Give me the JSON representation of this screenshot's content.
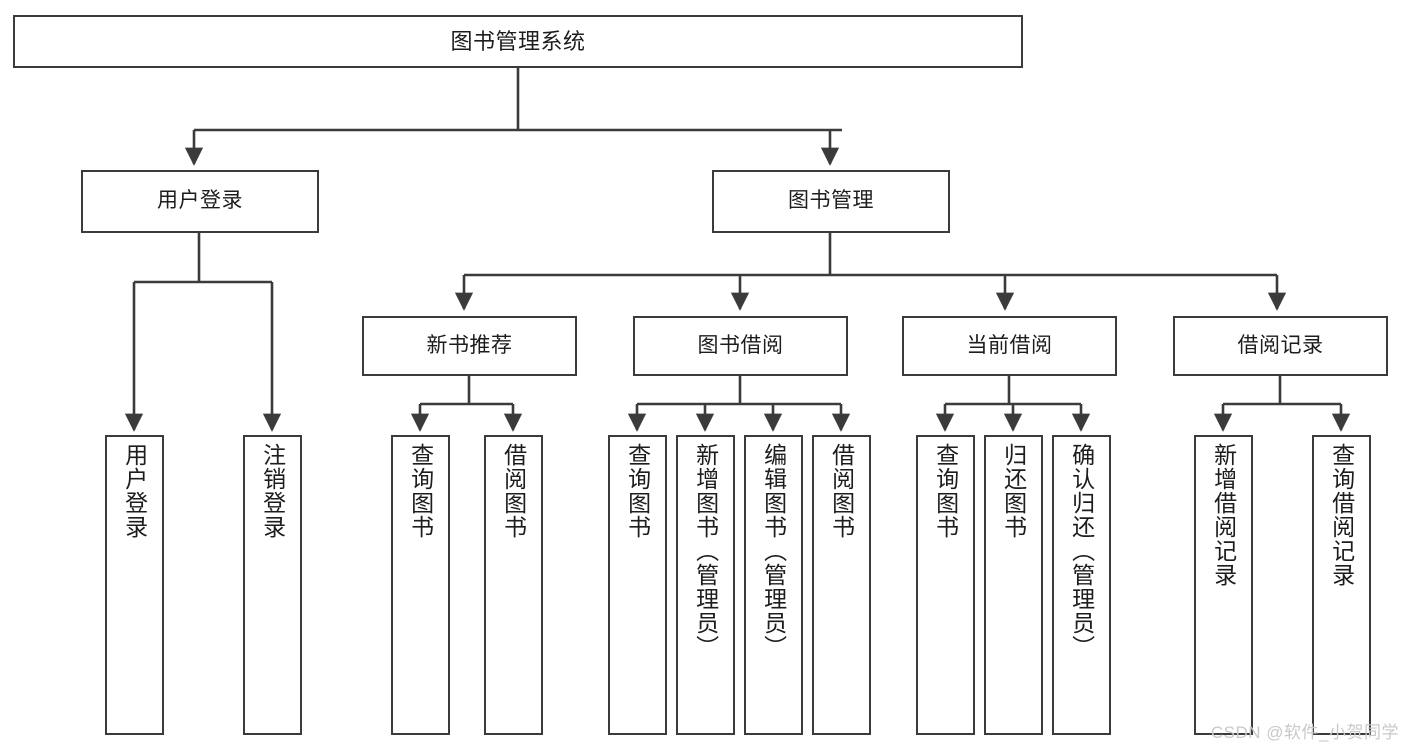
{
  "diagram": {
    "type": "tree",
    "title": "图书管理系统",
    "watermark": "CSDN @软件_小贺同学",
    "root": {
      "label": "图书管理系统"
    },
    "level2": [
      {
        "label": "用户登录"
      },
      {
        "label": "图书管理"
      }
    ],
    "level3": [
      {
        "label": "新书推荐"
      },
      {
        "label": "图书借阅"
      },
      {
        "label": "当前借阅"
      },
      {
        "label": "借阅记录"
      }
    ],
    "leaves": {
      "user_login": [
        {
          "label": "用户登录"
        },
        {
          "label": "注销登录"
        }
      ],
      "new_book_recommend": [
        {
          "label": "查询图书"
        },
        {
          "label": "借阅图书"
        }
      ],
      "book_borrow": [
        {
          "label": "查询图书"
        },
        {
          "label": "新增图书（管理员）"
        },
        {
          "label": "编辑图书（管理员）"
        },
        {
          "label": "借阅图书"
        }
      ],
      "current_borrow": [
        {
          "label": "查询图书"
        },
        {
          "label": "归还图书"
        },
        {
          "label": "确认归还（管理员）"
        }
      ],
      "borrow_record": [
        {
          "label": "新增借阅记录"
        },
        {
          "label": "查询借阅记录"
        }
      ]
    },
    "colors": {
      "stroke": "#3b3b3b",
      "fill": "#ffffff",
      "text": "#1d1d1d",
      "watermark": "#c9c9c9"
    }
  }
}
